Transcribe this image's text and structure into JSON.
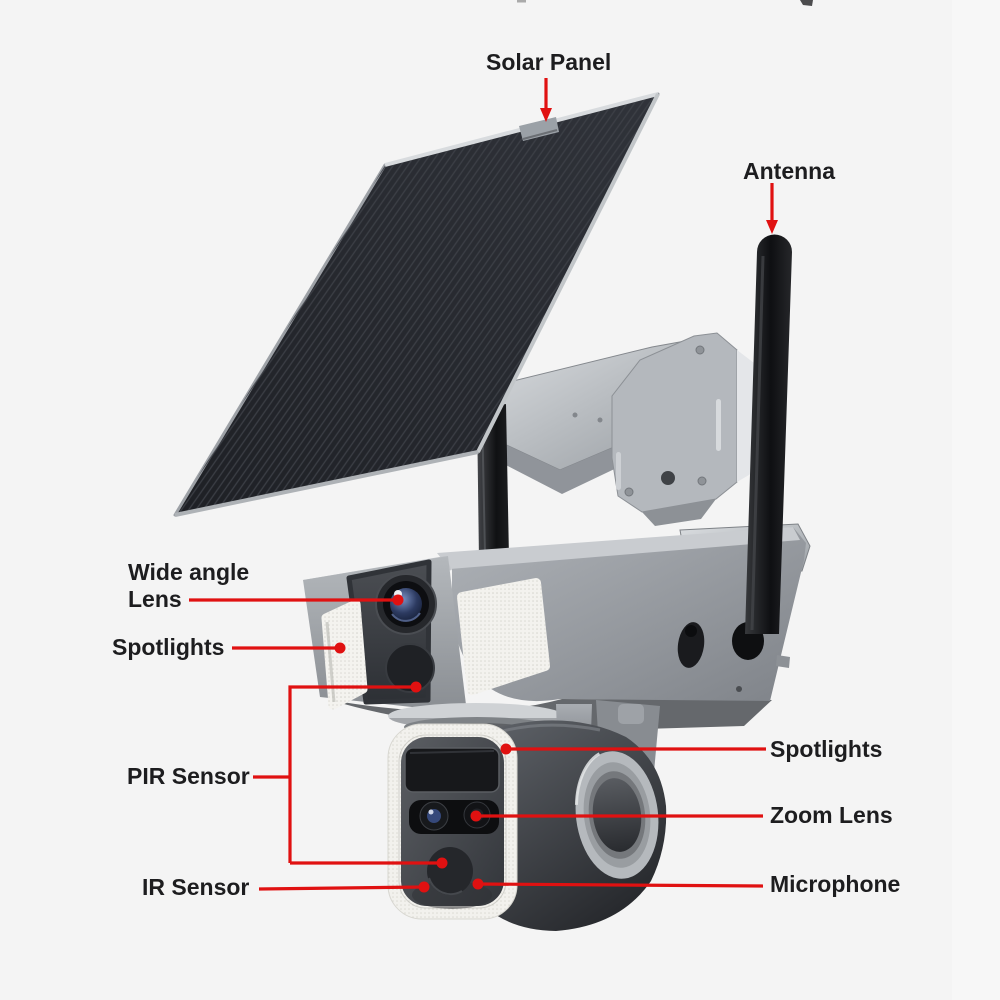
{
  "colors": {
    "background": "#f4f4f4",
    "callout_red": "#e01111",
    "label_text": "#1d1d1f"
  },
  "labels": {
    "solar_panel": "Solar Panel",
    "antenna": "Antenna",
    "wide_angle_lens": "Wide angle Lens",
    "spotlights_left": "Spotlights",
    "pir_sensor": "PIR Sensor",
    "ir_sensor": "IR Sensor",
    "spotlights_right": "Spotlights",
    "zoom_lens": "Zoom Lens",
    "microphone": "Microphone"
  }
}
